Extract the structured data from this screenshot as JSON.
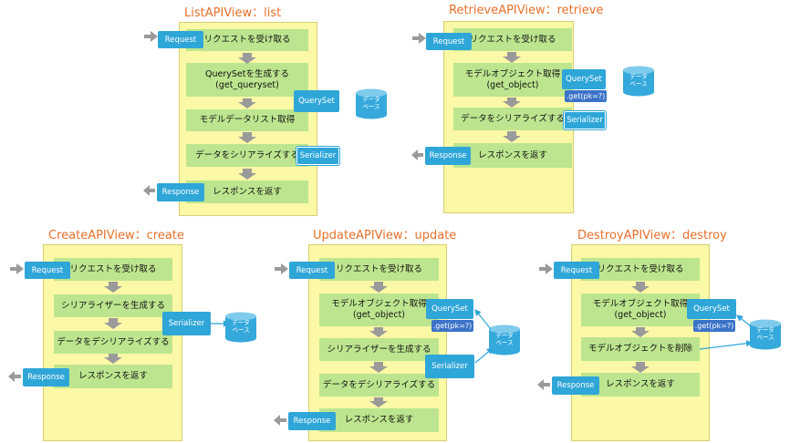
{
  "common": {
    "request": "Request",
    "response": "Response",
    "queryset": "QuerySet",
    "serializer": "Serializer",
    "getpk": ".get(pk=?)",
    "db_line1": "データ",
    "db_line2": "ベース"
  },
  "list": {
    "title": "ListAPIView：list",
    "steps": [
      "リクエストを受け取る",
      "QuerySetを生成する",
      "(get_queryset)",
      "モデルデータリスト取得",
      "データをシリアライズする",
      "レスポンスを返す"
    ]
  },
  "retrieve": {
    "title": "RetrieveAPIView：retrieve",
    "steps": [
      "リクエストを受け取る",
      "モデルオブジェクト取得",
      "(get_object)",
      "データをシリアライズする",
      "レスポンスを返す"
    ]
  },
  "create": {
    "title": "CreateAPIView：create",
    "steps": [
      "リクエストを受け取る",
      "シリアライザーを生成する",
      "データをデシリアライズする",
      "レスポンスを返す"
    ]
  },
  "update": {
    "title": "UpdateAPIView：update",
    "steps": [
      "リクエストを受け取る",
      "モデルオブジェクト取得",
      "(get_object)",
      "シリアライザーを生成する",
      "データをデシリアライズする",
      "レスポンスを返す"
    ]
  },
  "destroy": {
    "title": "DestroyAPIView：destroy",
    "steps": [
      "リクエストを受け取る",
      "モデルオブジェクト取得",
      "(get_object)",
      "モデルオブジェクトを削除",
      "レスポンスを返す"
    ]
  }
}
